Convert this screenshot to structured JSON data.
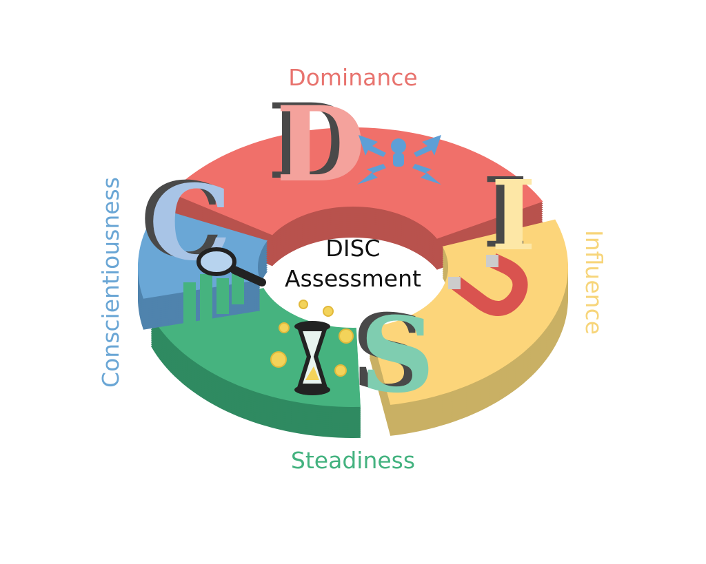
{
  "title": {
    "line1": "DISC",
    "line2": "Assessment"
  },
  "segments": [
    {
      "key": "dominance",
      "label": "Dominance",
      "letter": "D",
      "top": "#f0706a",
      "side": "#b8524d",
      "text": "#e8736e"
    },
    {
      "key": "influence",
      "label": "Influence",
      "letter": "I",
      "top": "#fcd57a",
      "side": "#c9b064",
      "text": "#f7d57a"
    },
    {
      "key": "steadiness",
      "label": "Steadiness",
      "letter": "S",
      "top": "#46b37f",
      "side": "#2f8a61",
      "text": "#43b27f"
    },
    {
      "key": "conscientiousness",
      "label": "Conscientiousness",
      "letter": "C",
      "top": "#6aa7d6",
      "side": "#4f83ad",
      "text": "#6aa6d5"
    }
  ]
}
